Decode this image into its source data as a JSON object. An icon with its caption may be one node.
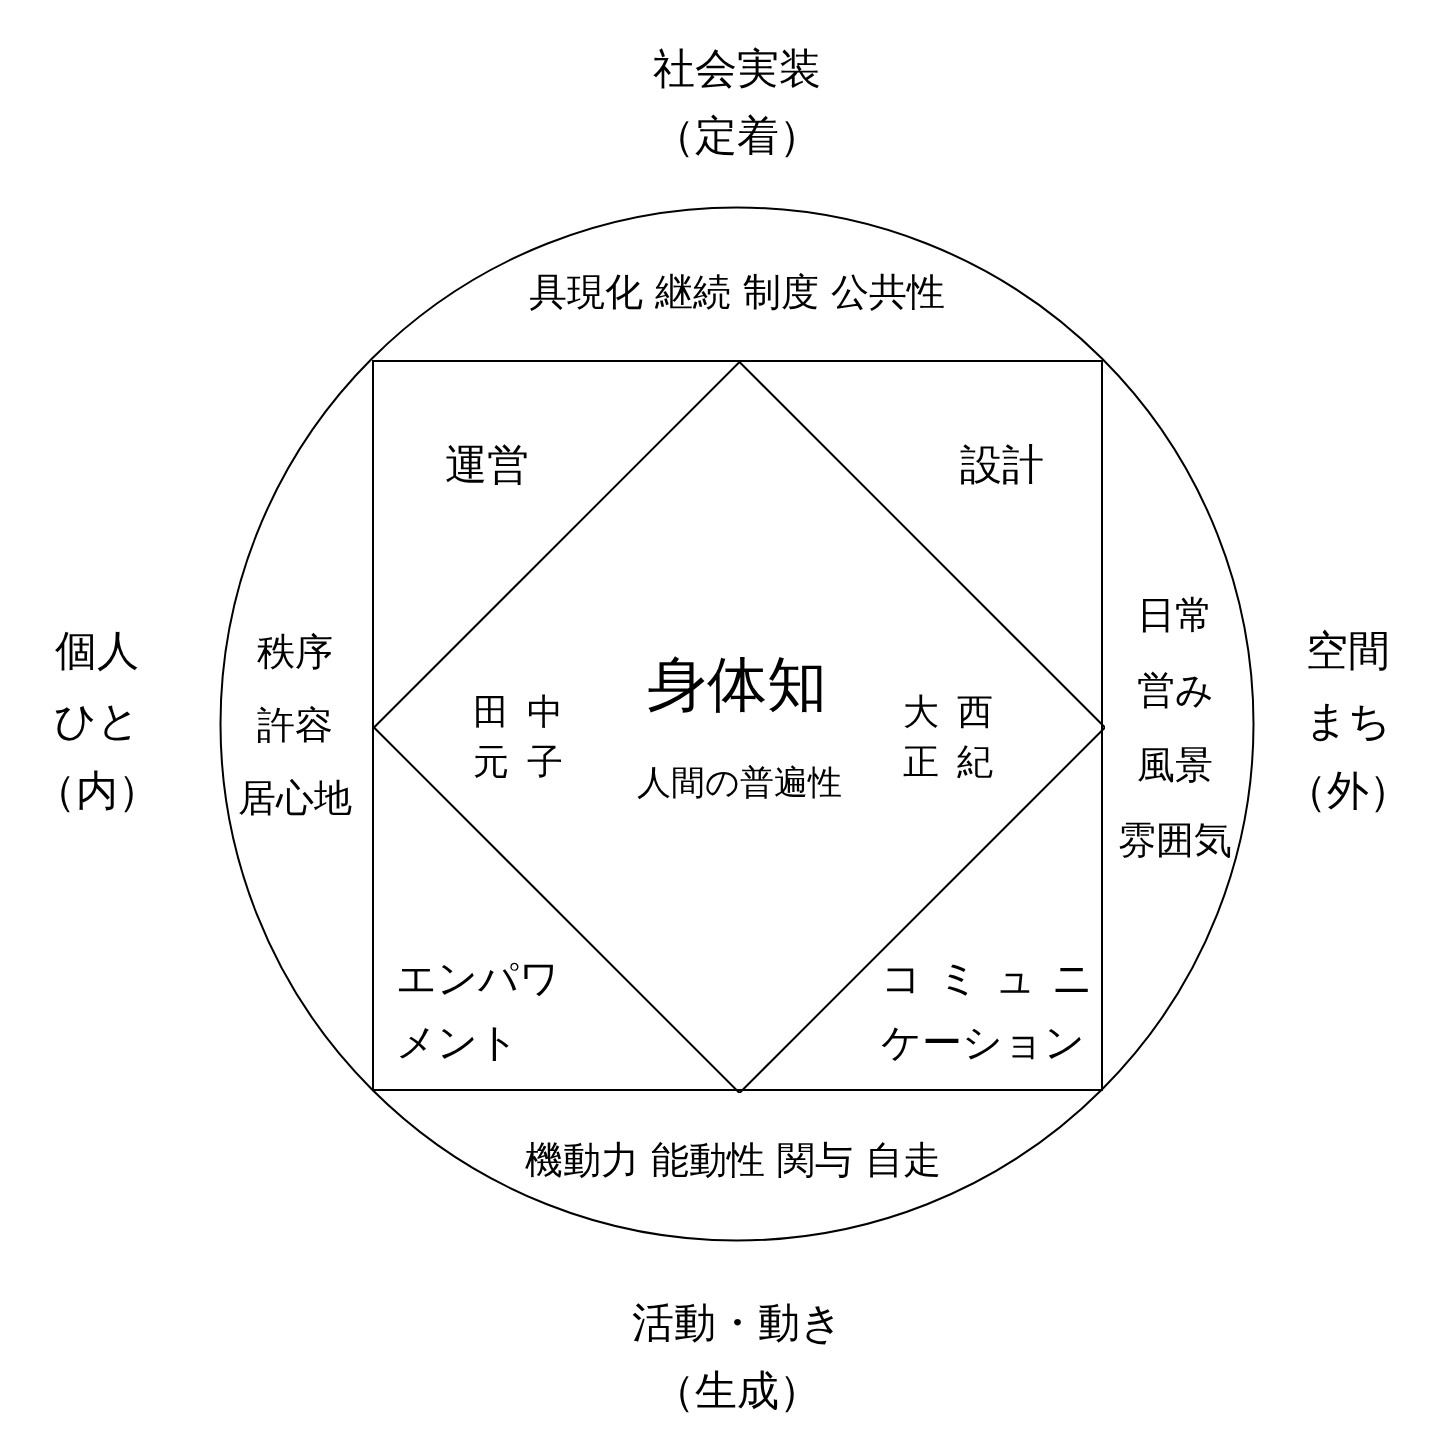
{
  "diagram": {
    "nodes": [
      {
        "text": [
          "具現化 継続 制度 公共性",
          "秩序",
          "許容",
          "居心地",
          "日常",
          "営み",
          "風景",
          "雰囲気",
          "機動力 能動性 関与 自走"
        ]
      },
      {
        "text": [
          "運営",
          "設計",
          "エンパワメント",
          "コミュニケーション"
        ],
        "in": 0
      },
      {
        "text": [
          "身体知",
          "人間の普遍性",
          "田中元子",
          "大西正紀"
        ],
        "in": 1
      }
    ],
    "labels": [
      "社会実装",
      "（定着）",
      "個人",
      "ひと",
      "（内）",
      "空間",
      "まち",
      "（外）",
      "活動・動き",
      "（生成）"
    ]
  }
}
